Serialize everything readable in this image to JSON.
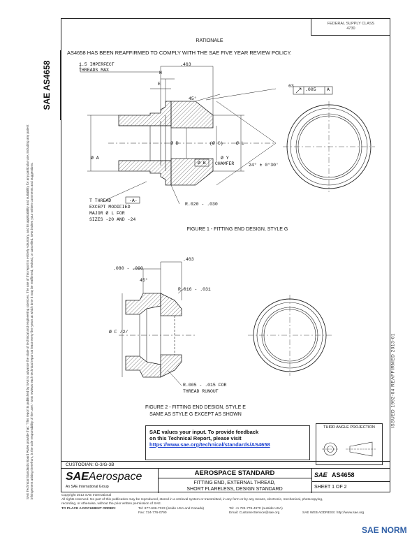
{
  "header": {
    "fedreg_line1": "FEDERAL SUPPLY CLASS",
    "fedreg_line2": "4730",
    "rationale_heading": "RATIONALE",
    "rationale_text": "AS4658 HAS BEEN REAFFIRMED TO COMPLY WITH THE SAE FIVE YEAR REVIEW POLICY."
  },
  "side": {
    "doc_id": "SAE AS4658",
    "disclaimer": "SAE Technical Standards Board Rules provide that: \"This report is published by SAE to advance the state of technical and engineering sciences. The use of this report is entirely voluntary, and its applicability and suitability for any particular use, including any patent infringement arising therefrom, is the sole responsibility of the user.\" SAE reviews each technical report at least every five years at which time it may be reaffirmed, revised, or cancelled. SAE invites your written comments and suggestions.",
    "right_vertical": "ISSUED 1992-04    REAFFIRMED 2013-01"
  },
  "figure1": {
    "caption": "FIGURE 1 - FITTING END DESIGN, STYLE G",
    "labels": {
      "imperfect": "1.5 IMPERFECT",
      "threads_max": "THREADS MAX",
      "dim_463": ".463",
      "h": "H",
      "e": "E",
      "angle_45": "45°",
      "finish": "63",
      "tol": ".005",
      "datum_a": "A",
      "dia_a": "Ø A",
      "dia_d": "Ø D",
      "dia_c": "(Ø C)",
      "dia_l": "Ø L",
      "dia_y": "Ø Y",
      "chamfer": "CHAMFER",
      "dia_b": "Ø B",
      "angle_24": "24° ± 0°30'",
      "t_thread": "T THREAD",
      "except1": "EXCEPT MODIFIED",
      "except2": "MAJOR Ø L FOR",
      "except3": "SIZES -20 AND -24",
      "radius": "R.020 - .030"
    }
  },
  "figure2": {
    "caption": "FIGURE 2 - FITTING END DESIGN, STYLE E",
    "subcaption": "SAME AS STYLE G EXCEPT AS SHOWN",
    "labels": {
      "dim_080": ".080 - .090",
      "dim_463": ".463",
      "angle_45": "45°",
      "radius_016": "R.016 - .031",
      "dia_f": "Ø F /2/",
      "radius_005": "R.005 - .015 FOR",
      "thread_runout": "THREAD RUNOUT"
    }
  },
  "feedback": {
    "line1": "SAE values your input. To provide feedback",
    "line2": "on this Technical Report, please visit",
    "link": "https://www.sae.org/technical/standards/AS4658"
  },
  "projection": {
    "title": "THIRD ANGLE PROJECTION"
  },
  "titleblock": {
    "custodian": "CUSTODIAN: G-3/G-3B",
    "logo_sae": "SAE",
    "logo_aero": "Aerospace",
    "logo_sub": "An SAE International Group",
    "standard": "AEROSPACE STANDARD",
    "title_line1": "FITTING END, EXTERNAL THREAD,",
    "title_line2": "SHORT FLARELESS, DESIGN STANDARD",
    "doc_number": "AS4658",
    "sheet": "SHEET 1 OF 2"
  },
  "footer": {
    "copyright": "Copyright 2013 SAE International",
    "rights": "All rights reserved. No part of this publication may be reproduced, stored in a retrieval system or transmitted, in any form or by any means, electronic, mechanical, photocopying,",
    "rights2": "recording, or otherwise, without the prior written permission of SAE.",
    "order_label": "TO PLACE A DOCUMENT ORDER:",
    "tel": "Tel: 877-606-7323 (inside USA and Canada)",
    "tel2": "Tel: +1 724-776-4970 (outside USA)",
    "fax": "Fax: 724-776-0790",
    "email": "Email: CustomerService@sae.org",
    "web": "SAE WEB ADDRESS: http://www.sae.org",
    "watermark": "SAE NORM"
  }
}
